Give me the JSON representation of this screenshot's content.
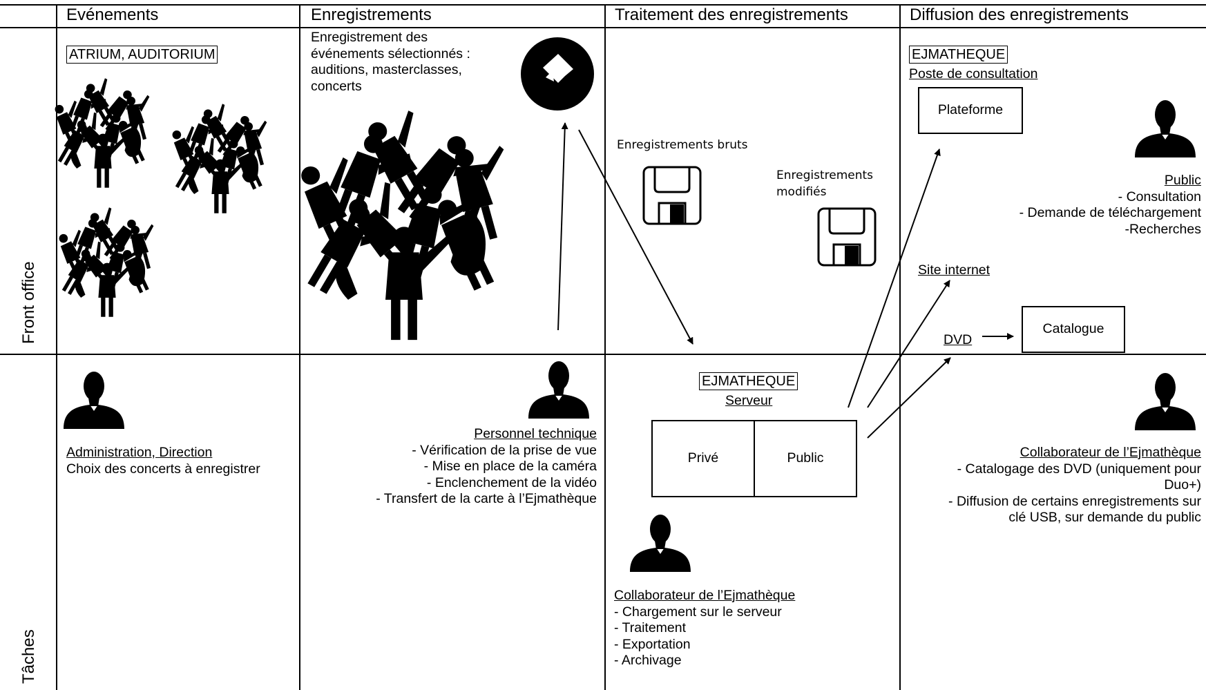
{
  "headers": {
    "evenements": "Evénements",
    "enregistrements": "Enregistrements",
    "traitement": "Traitement des enregistrements",
    "diffusion": "Diffusion des enregistrements"
  },
  "rows": {
    "front_office": "Front office",
    "taches": "Tâches"
  },
  "front": {
    "venue": "ATRIUM, AUDITORIUM",
    "recording_desc": [
      "Enregistrement des",
      "événements sélectionnés :",
      "auditions, masterclasses,",
      "concerts"
    ],
    "raw": "Enregistrements bruts",
    "modified": [
      "Enregistrements",
      "modifiés"
    ],
    "ejmatheque": "EJMATHEQUE",
    "poste": "Poste de consultation",
    "plateforme": "Plateforme",
    "site": "Site internet",
    "dvd": "DVD",
    "catalogue": "Catalogue",
    "public_title": "Public",
    "public_items": [
      "- Consultation",
      "- Demande de téléchargement",
      "-Recherches"
    ]
  },
  "tasks": {
    "admin_title": "Administration, Direction",
    "admin_desc": "Choix des concerts à enregistrer",
    "tech_title": "Personnel technique",
    "tech_items": [
      "- Vérification de la prise de vue",
      "- Mise en place de la caméra",
      "- Enclenchement de la vidéo",
      "- Transfert de la carte à l’Ejmathèque"
    ],
    "server_label": "EJMATHEQUE",
    "server_sub": "Serveur",
    "prive": "Privé",
    "public": "Public",
    "collab_title": "Collaborateur de l’Ejmathèque",
    "collab_items": [
      "- Chargement sur le serveur",
      "- Traitement",
      "- Exportation",
      "- Archivage"
    ],
    "collab2_title": "Collaborateur de l’Ejmathèque",
    "collab2_items": [
      "- Catalogage des DVD (uniquement pour",
      "Duo+)",
      "- Diffusion de certains enregistrements sur",
      "clé USB, sur demande du public"
    ]
  },
  "icons": [
    "orchestra-icon",
    "camera-icon",
    "floppy-disk-icon",
    "person-icon",
    "arrow-icon"
  ]
}
